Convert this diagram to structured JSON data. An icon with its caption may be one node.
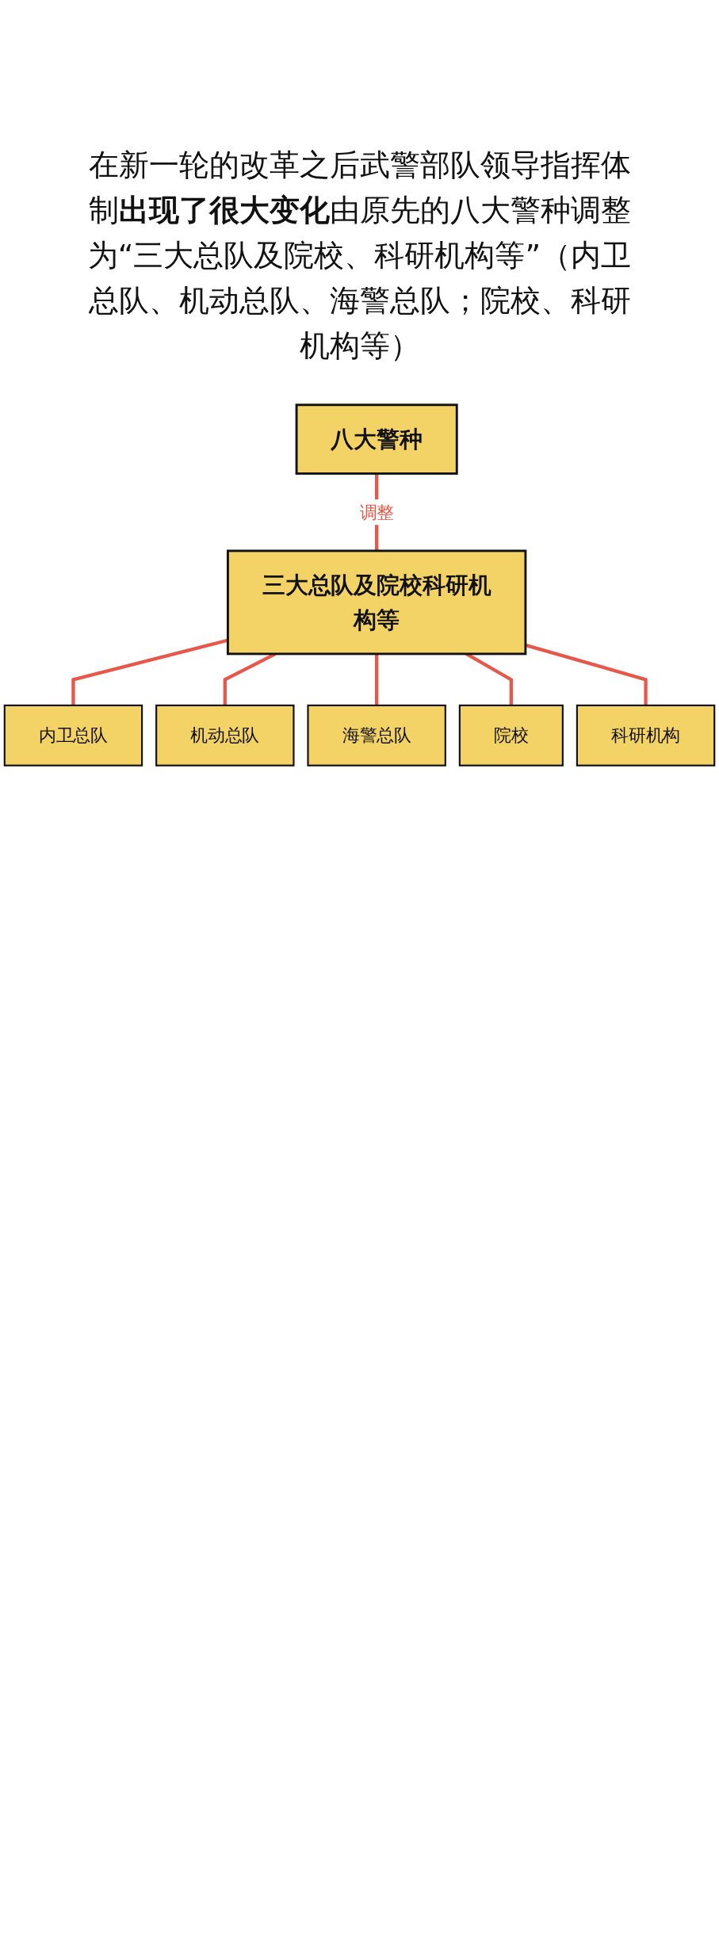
{
  "diagram": {
    "labels": [
      "在新一轮的改革之后武警部队领导指挥体制**出现了很大变化**由原先的八大警种调整为“三大总队及院校、科研机构等”（内卫总队、机动总队、海警总队；院校、科研机构等）"
    ],
    "nodes": [
      {
        "text": [
          "八大警种"
        ]
      },
      {
        "text": [
          "三大总队及院校科研机构等"
        ]
      },
      {
        "text": [
          "内卫总队"
        ]
      },
      {
        "text": [
          "机动总队"
        ]
      },
      {
        "text": [
          "海警总队"
        ]
      },
      {
        "text": [
          "院校"
        ]
      },
      {
        "text": [
          "科研机构"
        ]
      }
    ],
    "edges": [
      {
        "from": 0,
        "to": 1,
        "arrow": "none",
        "label": "调整"
      },
      {
        "from": 1,
        "to": 2,
        "arrow": "none"
      },
      {
        "from": 1,
        "to": 3,
        "arrow": "none"
      },
      {
        "from": 1,
        "to": 4,
        "arrow": "none"
      },
      {
        "from": 1,
        "to": 5,
        "arrow": "none"
      },
      {
        "from": 1,
        "to": 6,
        "arrow": "none"
      }
    ]
  }
}
